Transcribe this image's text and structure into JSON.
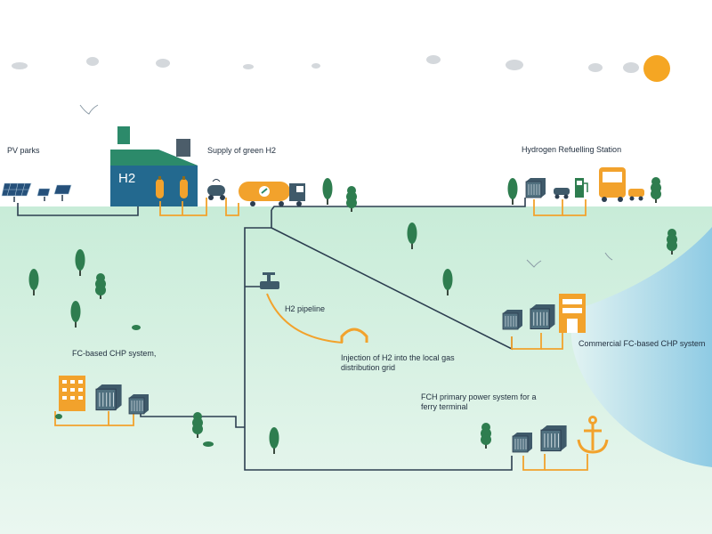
{
  "labels": {
    "pv_parks": "PV parks",
    "supply_green_h2": "Supply of green H2",
    "hydrogen_refuelling_station": "Hydrogen Refuelling Station",
    "h2_pipeline": "H2 pipeline",
    "injection": "Injection of H2 into the local gas distribution grid",
    "fc_chp": "FC-based CHP system,",
    "commercial_chp": "Commercial FC-based CHP system",
    "ferry": "FCH primary power system for a ferry terminal",
    "h2_badge": "H2"
  },
  "colors": {
    "ground": "#d8f0e4",
    "water": "#bfe3ef",
    "tree": "#2e7d4f",
    "dark_line": "#2c3e50",
    "orange": "#f2a22c",
    "factory": "#23698f",
    "factory_roof": "#2c8a6a",
    "sun": "#f5a623",
    "cloud": "#d4d8dc"
  },
  "icons": [
    "sun-icon",
    "cloud-icon",
    "bird-icon",
    "solar-panel-icon",
    "factory-icon",
    "hydrogen-tank-icon",
    "compressor-icon",
    "tanker-truck-icon",
    "fuel-cell-icon",
    "fuel-pump-icon",
    "car-icon",
    "bus-icon",
    "valve-icon",
    "building-icon",
    "store-icon",
    "anchor-icon",
    "tree-icon",
    "bush-icon"
  ]
}
